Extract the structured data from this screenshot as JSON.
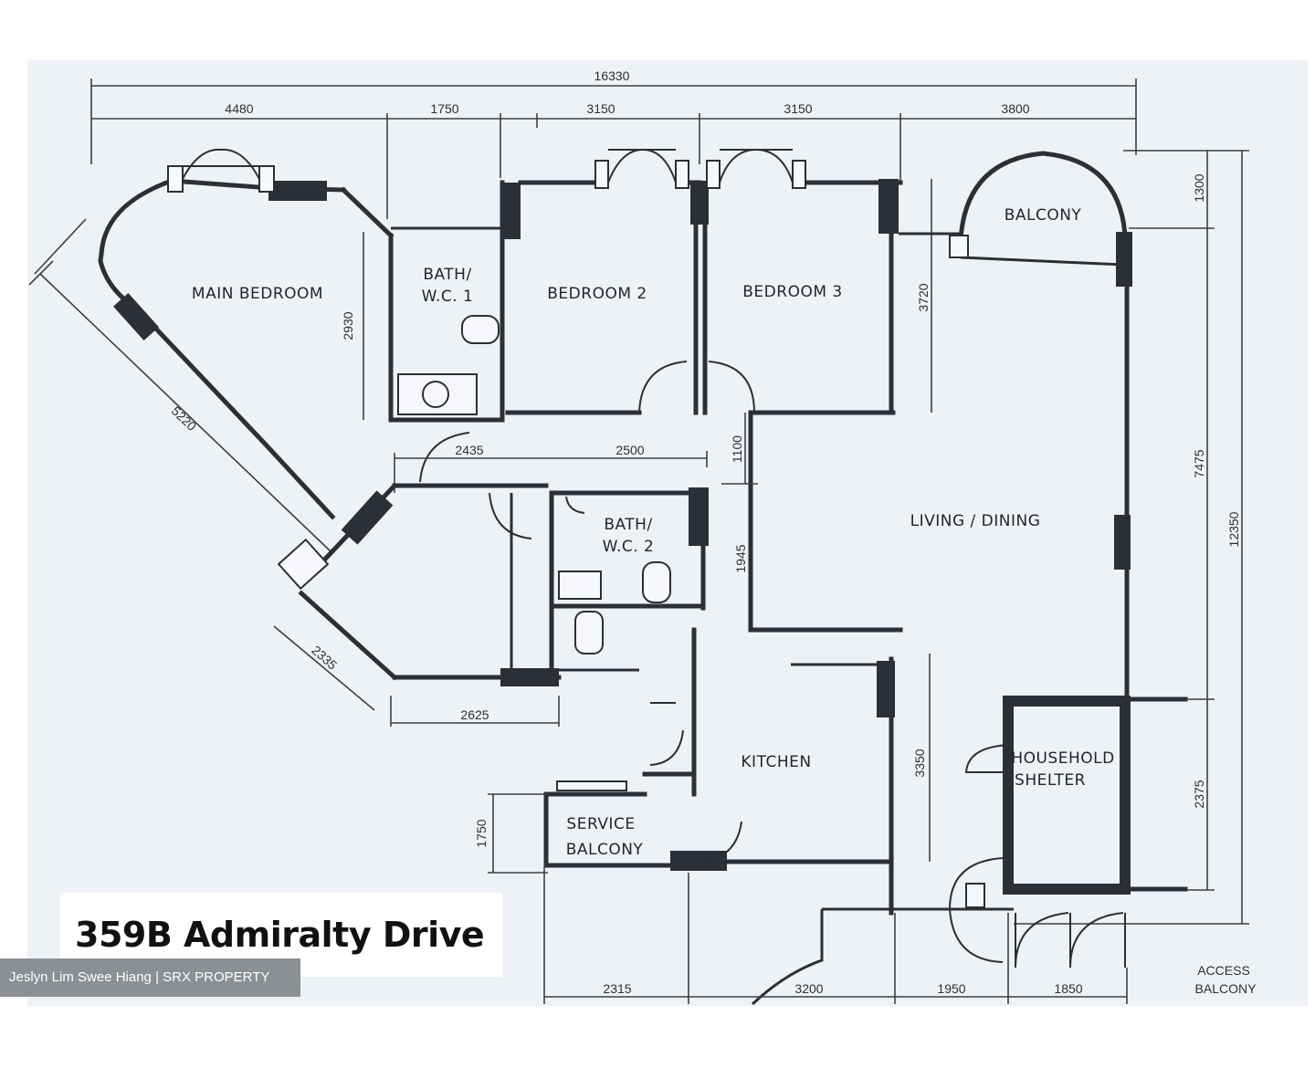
{
  "rooms": {
    "main_bedroom": "MAIN BEDROOM",
    "bath_wc1_line1": "BATH/",
    "bath_wc1_line2": "W.C. 1",
    "bedroom2": "BEDROOM 2",
    "bedroom3": "BEDROOM 3",
    "balcony": "BALCONY",
    "living_dining": "LIVING / DINING",
    "bath_wc2_line1": "BATH/",
    "bath_wc2_line2": "W.C. 2",
    "kitchen": "KITCHEN",
    "service_balcony_line1": "SERVICE",
    "service_balcony_line2": "BALCONY",
    "household_shelter_line1": "HOUSEHOLD",
    "household_shelter_line2": "SHELTER",
    "access_balcony_line1": "ACCESS",
    "access_balcony_line2": "BALCONY"
  },
  "dimensions": {
    "overall_width": "16330",
    "top_1": "4480",
    "top_2": "1750",
    "top_3": "3150",
    "top_4": "3150",
    "top_5": "3800",
    "balcony_depth": "1300",
    "right_overall": "12350",
    "right_living": "7475",
    "right_shelter": "2375",
    "diagonal": "5220",
    "bath1_height": "2930",
    "bed3_height": "3720",
    "corridor_1": "2435",
    "corridor_2": "2500",
    "corridor_height": "1100",
    "living_left": "1945",
    "study_diag": "2335",
    "study_width": "2625",
    "kitchen_height": "3350",
    "service_height": "1750",
    "bottom_1": "2315",
    "bottom_2": "3200",
    "bottom_3": "1950",
    "bottom_4": "1850"
  },
  "address": "359B Admiralty Drive",
  "credit": "Jeslyn Lim Swee Hiang | SRX PROPERTY"
}
